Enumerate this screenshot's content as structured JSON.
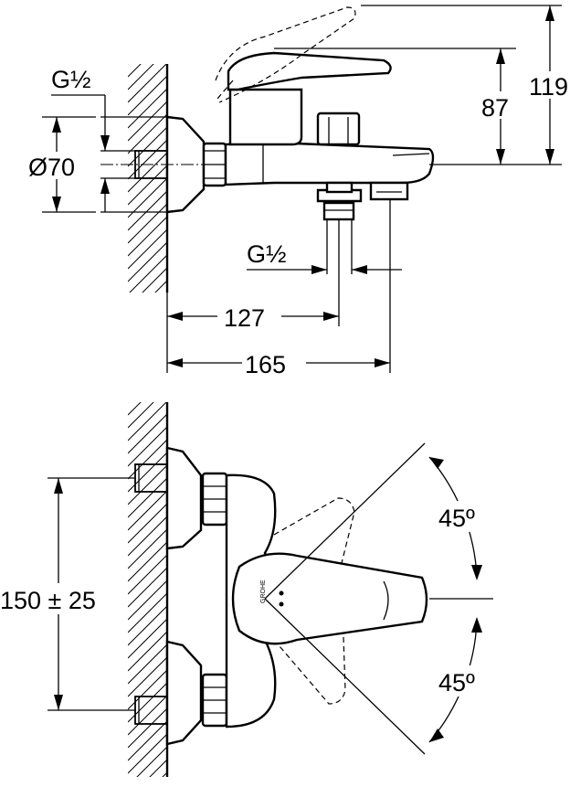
{
  "side_view": {
    "thread_inlet": "G½",
    "diameter": "Ø70",
    "height_total": "119",
    "height_spout": "87",
    "thread_outlet": "G½",
    "depth_outlet": "127",
    "depth_total": "165"
  },
  "front_view": {
    "inlet_spacing": "150 ± 25",
    "angle_upper": "45º",
    "angle_lower": "45º",
    "brand_mark": "GROHE"
  }
}
